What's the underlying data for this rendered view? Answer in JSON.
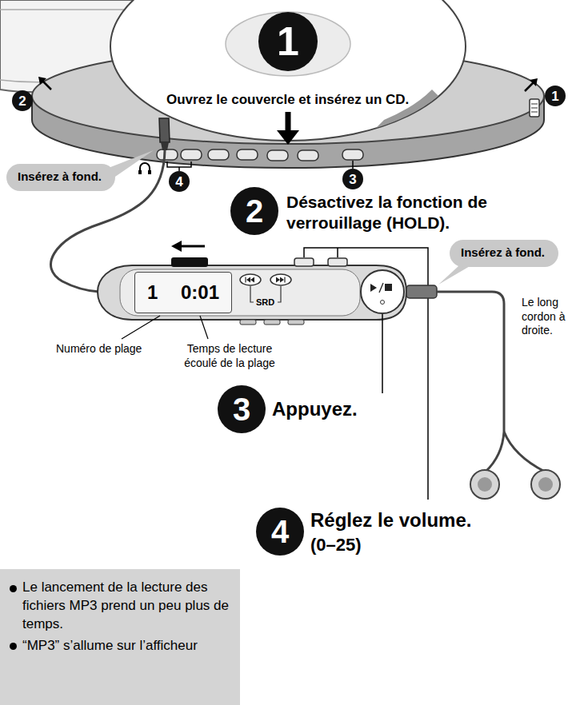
{
  "diagram": {
    "nodes": [
      {
        "text": [
          "1"
        ]
      },
      {
        "text": [
          "2"
        ]
      },
      {
        "text": [
          "1"
        ]
      },
      {
        "text": [
          "Insérez à fond."
        ]
      },
      {
        "text": [
          "4"
        ]
      },
      {
        "text": [
          "3"
        ]
      },
      {
        "text": [
          "2"
        ]
      },
      {
        "text": [
          "Insérez à fond."
        ]
      },
      {
        "text": [
          "1 0:01"
        ]
      },
      {
        "text": [
          "3"
        ]
      },
      {
        "text": [
          "4"
        ]
      },
      {
        "text": [
          "Le lancement de la lecture des fichiers MP3 prend un peu plus de temps.",
          "“MP3” s’allume sur l’afficheur"
        ]
      }
    ],
    "labels": [
      "Ouvrez le couvercle et insérez un CD.",
      "Désactivez la fonction de verrouillage (HOLD).",
      "SRD",
      "Le long cordon à droite.",
      "Numéro de plage",
      "Temps de lecture écoulé de la plage",
      "Appuyez.",
      "Réglez le volume.",
      "(0–25)"
    ]
  }
}
